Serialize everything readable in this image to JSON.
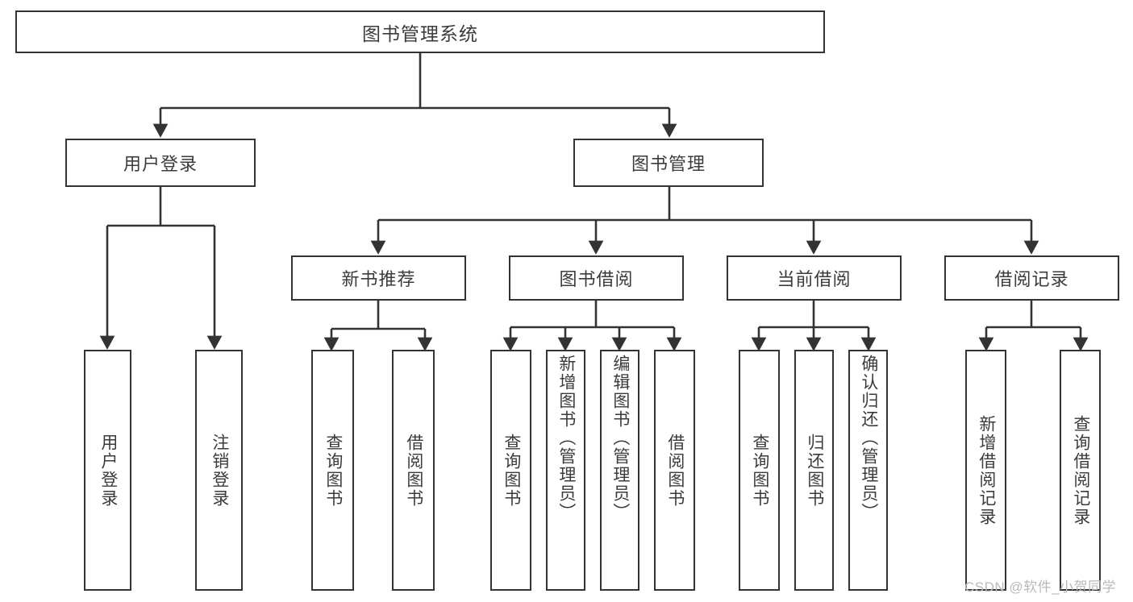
{
  "diagram": {
    "type": "tree",
    "root": {
      "label": "图书管理系统"
    },
    "level2": [
      {
        "label": "用户登录"
      },
      {
        "label": "图书管理"
      }
    ],
    "level3": [
      {
        "label": "新书推荐"
      },
      {
        "label": "图书借阅"
      },
      {
        "label": "当前借阅"
      },
      {
        "label": "借阅记录"
      }
    ],
    "leaves": {
      "user_login": [
        {
          "label": "用户登录"
        },
        {
          "label": "注销登录"
        }
      ],
      "new_book_recommend": [
        {
          "label": "查询图书"
        },
        {
          "label": "借阅图书"
        }
      ],
      "book_borrow": [
        {
          "label": "查询图书"
        },
        {
          "label": "新增图书（管理员）"
        },
        {
          "label": "编辑图书（管理员）"
        },
        {
          "label": "借阅图书"
        }
      ],
      "current_borrow": [
        {
          "label": "查询图书"
        },
        {
          "label": "归还图书"
        },
        {
          "label": "确认归还（管理员）"
        }
      ],
      "borrow_record": [
        {
          "label": "新增借阅记录"
        },
        {
          "label": "查询借阅记录"
        }
      ]
    }
  },
  "watermark": {
    "text": "CSDN @软件_小贺同学"
  },
  "colors": {
    "stroke": "#333333",
    "text": "#3b3b3b",
    "background": "#ffffff",
    "watermark": "#b9b9b9"
  }
}
